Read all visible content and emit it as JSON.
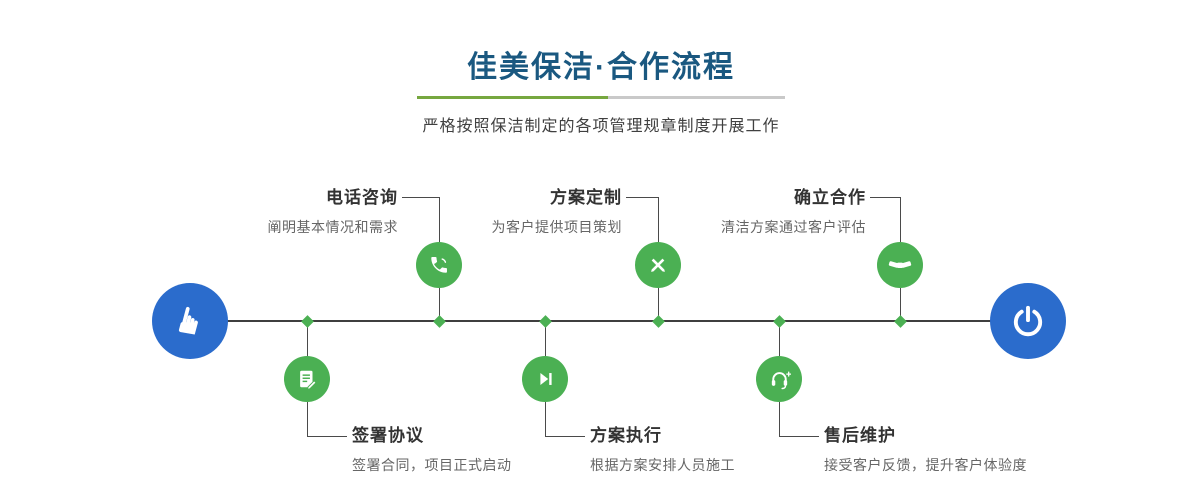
{
  "header": {
    "title": "佳美保洁·合作流程",
    "subtitle": "严格按照保洁制定的各项管理规章制度开展工作"
  },
  "timeline": {
    "start_icon": "pointing-hand-icon",
    "end_icon": "power-icon"
  },
  "steps_top": [
    {
      "title": "电话咨询",
      "desc": "阐明基本情况和需求",
      "icon": "phone-icon"
    },
    {
      "title": "方案定制",
      "desc": "为客户提供项目策划",
      "icon": "pen-design-icon"
    },
    {
      "title": "确立合作",
      "desc": "清洁方案通过客户评估",
      "icon": "handshake-icon"
    }
  ],
  "steps_bottom": [
    {
      "title": "签署协议",
      "desc": "签署合同，项目正式启动",
      "icon": "contract-icon"
    },
    {
      "title": "方案执行",
      "desc": "根据方案安排人员施工",
      "icon": "play-icon"
    },
    {
      "title": "售后维护",
      "desc": "接受客户反馈，提升客户体验度",
      "icon": "headset-icon"
    }
  ],
  "colors": {
    "title_blue": "#1a5880",
    "node_blue": "#2b6ccc",
    "accent_green": "#4bb053",
    "line_dark": "#4a4a4a"
  }
}
